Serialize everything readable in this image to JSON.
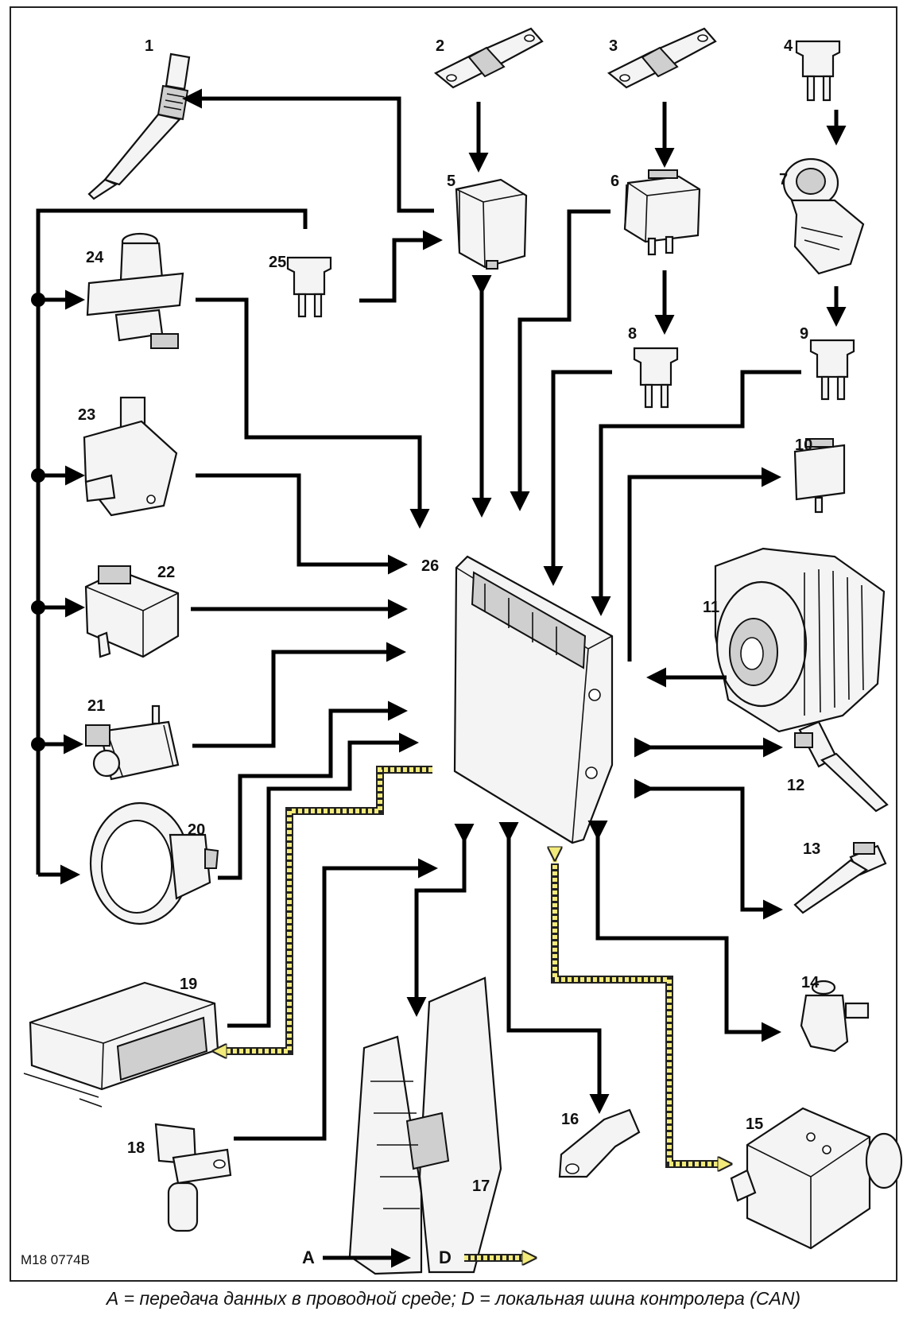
{
  "labels": [
    "1",
    "2",
    "3",
    "4",
    "5",
    "6",
    "7",
    "8",
    "9",
    "10",
    "11",
    "12",
    "13",
    "14",
    "15",
    "16",
    "17",
    "18",
    "19",
    "20",
    "21",
    "22",
    "23",
    "24",
    "25",
    "26"
  ],
  "legend": {
    "wired_key": "A",
    "can_key": "D"
  },
  "figure_code": "M18 0774B",
  "caption": "А = передача данных в проводной среде; D = локальная шина контролера (CAN)"
}
